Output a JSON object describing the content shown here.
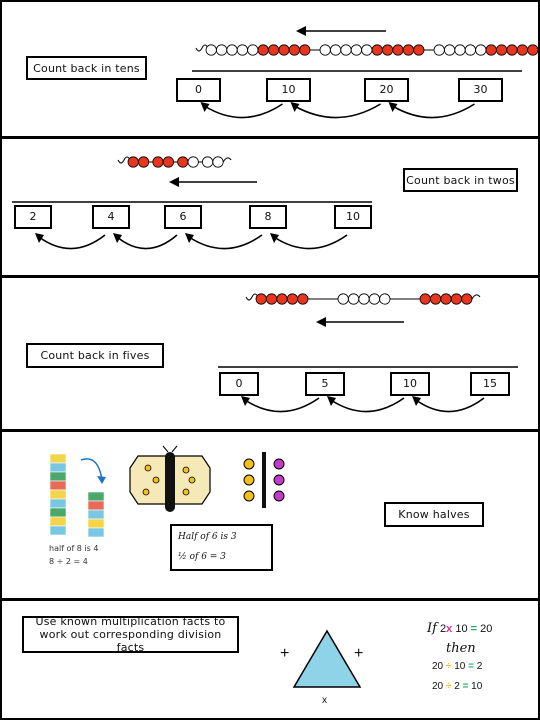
{
  "section1": {
    "label": "Count back in tens",
    "numbers": [
      "0",
      "10",
      "20",
      "30"
    ]
  },
  "section2": {
    "label": "Count back in twos",
    "numbers": [
      "2",
      "4",
      "6",
      "8",
      "10"
    ]
  },
  "section3": {
    "label": "Count back in fives",
    "numbers": [
      "0",
      "5",
      "10",
      "15"
    ]
  },
  "section4": {
    "label": "Know halves",
    "cube_caption_1": "half of 8 is 4",
    "cube_caption_2": "8 ÷ 2 = 4",
    "halves_line_1": "Half of 6 is 3",
    "halves_line_2": "½ of 6 = 3"
  },
  "section5": {
    "label": "Use known multiplication facts to work out corresponding division facts",
    "triangle_plus": "+",
    "triangle_times": "x",
    "fact_if": "If",
    "fact_line1": [
      "2",
      "x",
      "10",
      "=",
      "20"
    ],
    "fact_then": "then",
    "fact_line2": [
      "20",
      "÷",
      "10",
      "=",
      "2"
    ],
    "fact_line3": [
      "20",
      "÷",
      "2",
      "=",
      "10"
    ]
  },
  "colors": {
    "bead_red": "#e8361e",
    "bead_white": "#ffffff",
    "triangle": "#8fd3e8",
    "butterfly_wing": "#f5e9b8",
    "counter_yellow": "#f4c01a",
    "counter_purple": "#c43bc9",
    "fact_pink": "#e0309a",
    "fact_yellow": "#f1c40f",
    "fact_green": "#27ae60"
  }
}
